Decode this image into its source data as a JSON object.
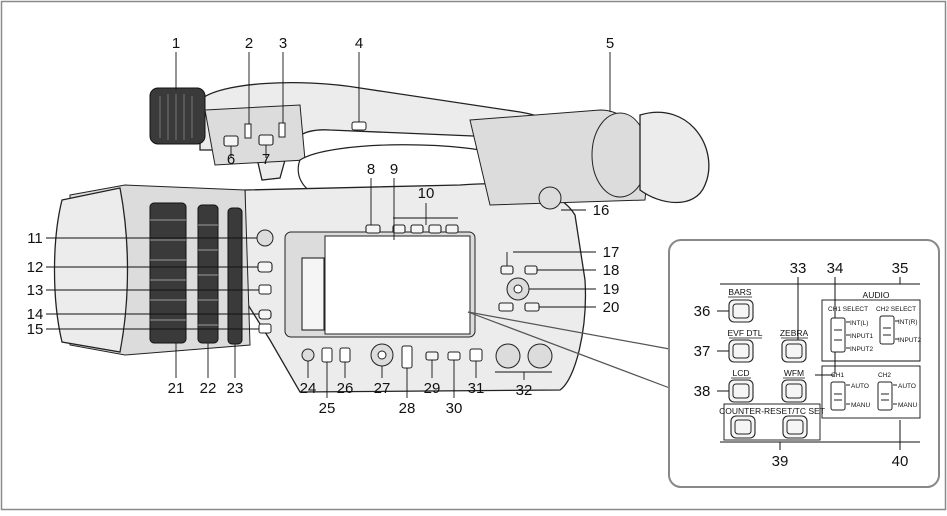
{
  "colors": {
    "border": "#888888",
    "line": "#111111",
    "panel_fill": "#ffffff"
  },
  "callouts": [
    "1",
    "2",
    "3",
    "4",
    "5",
    "6",
    "7",
    "8",
    "9",
    "10",
    "11",
    "12",
    "13",
    "14",
    "15",
    "16",
    "17",
    "18",
    "19",
    "20",
    "21",
    "22",
    "23",
    "24",
    "25",
    "26",
    "27",
    "28",
    "29",
    "30",
    "31",
    "32",
    "33",
    "34",
    "35",
    "36",
    "37",
    "38",
    "39",
    "40"
  ],
  "inset": {
    "bars_label": "BARS",
    "evf_dtl_label": "EVF DTL",
    "zebra_label": "ZEBRA",
    "lcd_label": "LCD",
    "wfm_label": "WFM",
    "counter_label": "COUNTER-RESET/TC SET",
    "audio_title": "AUDIO",
    "ch1_select_title": "CH1 SELECT",
    "ch2_select_title": "CH2 SELECT",
    "ch1_select_opts": [
      "INT(L)",
      "INPUT1",
      "INPUT2"
    ],
    "ch2_select_opts": [
      "INT(R)",
      "INPUT2"
    ],
    "ch1_title": "CH1",
    "ch2_title": "CH2",
    "auto_label": "AUTO",
    "manu_label": "MANU"
  }
}
